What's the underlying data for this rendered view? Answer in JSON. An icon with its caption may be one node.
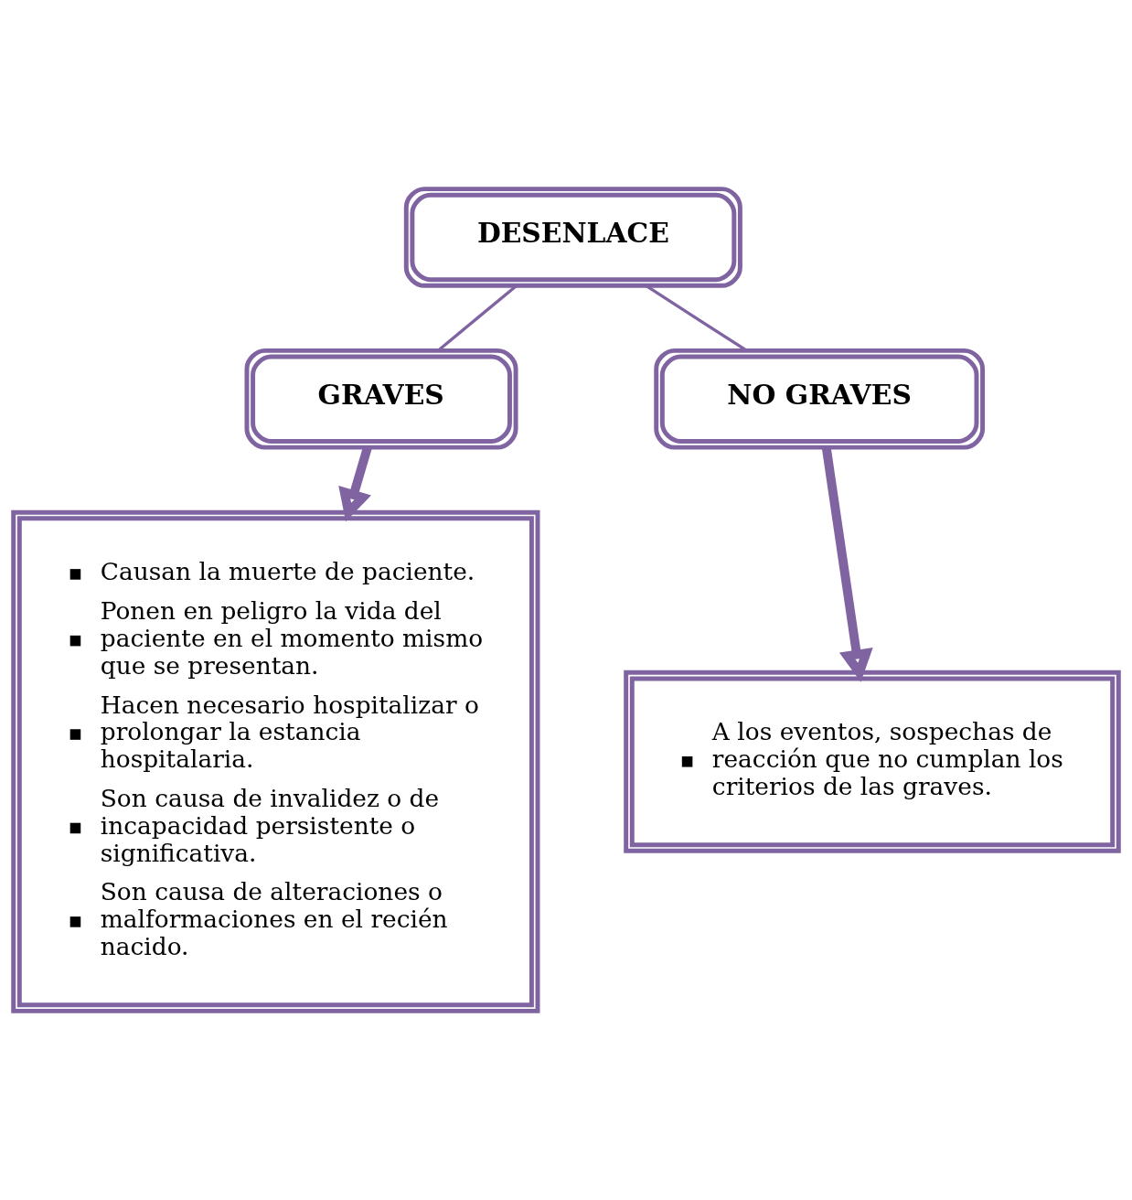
{
  "diagram": {
    "nodes": [
      {
        "text": [
          "DESENLACE"
        ]
      },
      {
        "text": [
          "GRAVES"
        ]
      },
      {
        "text": [
          "NO GRAVES"
        ]
      },
      {
        "text": [
          "Causan la muerte de paciente.",
          "Ponen en peligro la vida del paciente en el momento mismo que se presentan.",
          "Hacen necesario hospitalizar o prolongar la estancia hospitalaria.",
          "Son causa de invalidez o de incapacidad persistente o significativa.",
          "Son causa de alteraciones o malformaciones en el recién nacido."
        ]
      },
      {
        "text": [
          "A los eventos, sospechas de reacción que no cumplan los criterios de las graves."
        ]
      }
    ],
    "edges": [
      {
        "from": 0,
        "to": 1,
        "arrow": "none"
      },
      {
        "from": 0,
        "to": 2,
        "arrow": "none"
      },
      {
        "from": 1,
        "to": 3,
        "arrow": "to",
        "style": "thick"
      },
      {
        "from": 2,
        "to": 4,
        "arrow": "to",
        "style": "thick"
      }
    ]
  }
}
